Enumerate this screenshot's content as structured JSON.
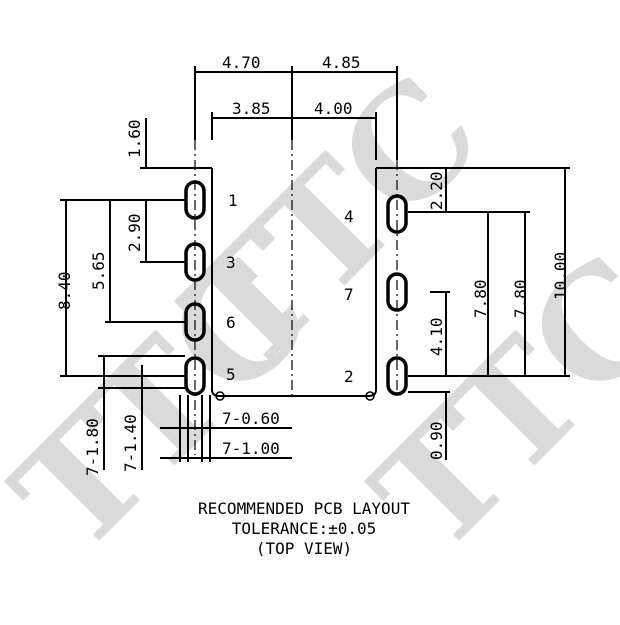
{
  "watermark": "TTC",
  "dimensions": {
    "top_left_outer": "4.70",
    "top_right_outer": "4.85",
    "top_left_inner": "3.85",
    "top_right_inner": "4.00",
    "left_top_gap": "1.60",
    "left_pitch_1_3": "2.90",
    "left_pitch_1_6": "5.65",
    "left_total": "8.40",
    "pad_len_a": "7-1.80",
    "pad_len_b": "7-1.40",
    "slot_w": "7-0.60",
    "hole_d": "7-1.00",
    "right_top": "2.20",
    "right_total": "10.00",
    "right_78a": "7.80",
    "right_78b": "7.80",
    "right_410": "4.10",
    "right_bottom": "0.90"
  },
  "pins": {
    "p1": "1",
    "p3": "3",
    "p6": "6",
    "p5": "5",
    "p4": "4",
    "p7": "7",
    "p2": "2"
  },
  "caption": {
    "line1": "RECOMMENDED PCB LAYOUT",
    "line2": "TOLERANCE:±0.05",
    "line3": "(TOP VIEW)"
  }
}
